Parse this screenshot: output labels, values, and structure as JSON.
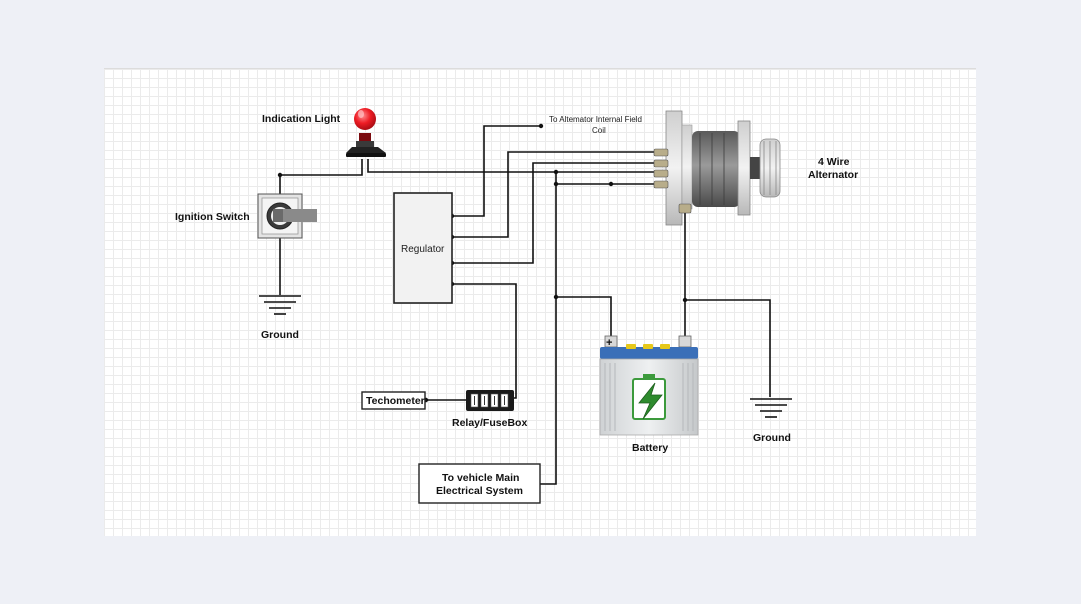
{
  "labels": {
    "indication_light": "Indication Light",
    "ignition_switch": "Ignition Switch",
    "ground_left": "Ground",
    "regulator": "Regulator",
    "field_coil_line1": "To Altemator Internal Field",
    "field_coil_line2": "Coil",
    "alternator_line1": "4 Wire",
    "alternator_line2": "Alternator",
    "battery": "Battery",
    "battery_plus": "+",
    "ground_right": "Ground",
    "techometer": "Techometer",
    "relay_fusebox": "Relay/FuseBox",
    "main_system_line1": "To vehicle Main",
    "main_system_line2": "Electrical System"
  },
  "colors": {
    "wire": "#111111",
    "bulb": "#e8101a",
    "battery_cap": "#e6c81a",
    "battery_icon": "#3c9a3c",
    "frame": "#eef0f6"
  }
}
